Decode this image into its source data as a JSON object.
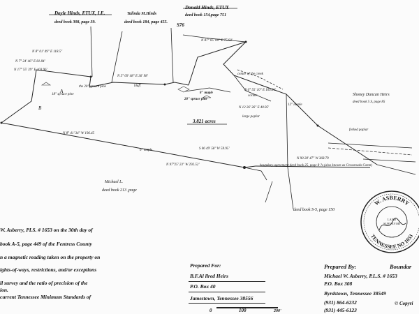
{
  "plat": {
    "adjoiners": {
      "doyle_name": "Doyle Hinds, ETUX, LE.",
      "doyle_deed": "deed book 308, page 39.",
      "talinda_name": "Talinda M.Hinds",
      "talinda_deed": "deed book 184, page 455.",
      "donald_name": "Donald Hinds, ETUX",
      "donald_deed": "deed book 154,page 751",
      "shoney_name": "Shoney Duncan Heirs",
      "shoney_deed": "deed book 5 S, page 85",
      "michael_name": "Michael L.",
      "michael_deed": "deed book 213 ,page",
      "bottom_deed": "deed book S-5, page 150"
    },
    "calls": {
      "c1": "N 8° 01' 49\" E 118.5\"",
      "c2": "N 7° 24' 46\" E 81.84'",
      "c3": "N 17° 55' 39\" E 103.96'",
      "c4": "N 5° 09' 48\" E 36' 98'",
      "c5": "N 87° 05' 00\" E 75.92'",
      "c6": "N 6° 55' 10\" E 103.61'",
      "c7": "N 12 26' 36\" E 40.95'",
      "c8": "N 8° 41' 34\" W 196.45",
      "c9": "S 06 49' 58\" W 59.95'",
      "c10": "N 97°25' 23\" W 292.52'",
      "c11": "N 90 28' 47\" W 368.79"
    },
    "features": {
      "s76": "S76",
      "spruce18": "18\" spruce pine",
      "spruce20a": "the 20\" spruce pine",
      "bluff": "bluff",
      "maple8": "8\" maple",
      "spruce20b": "20\" spruce pine",
      "creek": "center of the creek",
      "corner": "corner",
      "large_poplar": "large poplar",
      "maple12": "12\" maple",
      "acreage": "3.821 acres",
      "maple6": "6\" maple",
      "forked_poplar": "forked poplar",
      "boundary": "boundary agreement deed book 25, page 8 ?s (also known as Crossroads Comn)",
      "pt_a": "A",
      "pt_b": "B"
    }
  },
  "notes": {
    "n1": "W. Asberry, PLS. # 1653 on the 30th day of",
    "n2": "book A-5, page 449 of the Fentress County",
    "n3": "n a magnetic reading taken on the property on",
    "n4": "ights-of-ways, restrictions, and/or exceptions",
    "n5": "ll survey and the ratio of precision of the",
    "n6": "ion.",
    "n7": "current Tennessee Minimum Standards of"
  },
  "prepared_for": {
    "heading": "Prepared For:",
    "name": "B.F.Al llred Heirs",
    "box": "P.O. Box 40",
    "city": "Jamestown, Tennessee 38556"
  },
  "prepared_by": {
    "heading": "Prepared By:",
    "name": "Michael W. Asberry, P.L.S. # 1653",
    "box": "P.O. Box 308",
    "city": "Byrdstown, Tennessee 38549",
    "phone1": "(931) 864-6232",
    "phone2": "(931) 445-6123"
  },
  "title_block": {
    "label": "Boundar",
    "copyright": "Copyri"
  },
  "scale": {
    "t0": "0",
    "t100": "100",
    "t200": "200'"
  },
  "seal": {
    "top_text": "W. ASBERRY",
    "bottom_text": "TENNESSEE NO 1653",
    "center_line1": "LAND",
    "center_line2": "SURVEYOR"
  }
}
